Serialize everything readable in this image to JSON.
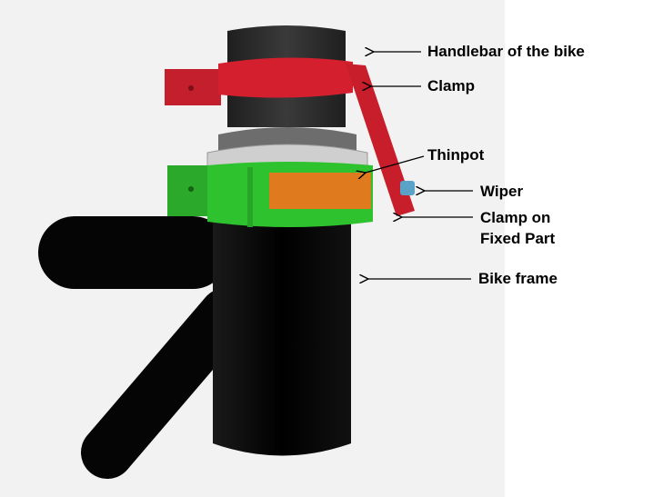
{
  "labels": {
    "handlebar": "Handlebar of the bike",
    "clamp": "Clamp",
    "thinpot": "Thinpot",
    "wiper": "Wiper",
    "clamp_fixed_line1": "Clamp on",
    "clamp_fixed_line2": "Fixed Part",
    "bike_frame": "Bike frame"
  },
  "colors": {
    "background": "#f2f2f2",
    "frame": "#050505",
    "handlebar": "#2b2b2b",
    "clamp": "#d4202e",
    "thinpot": "#e07a1f",
    "fixed_clamp": "#2fc22f",
    "wiper": "#5aa2c8"
  }
}
